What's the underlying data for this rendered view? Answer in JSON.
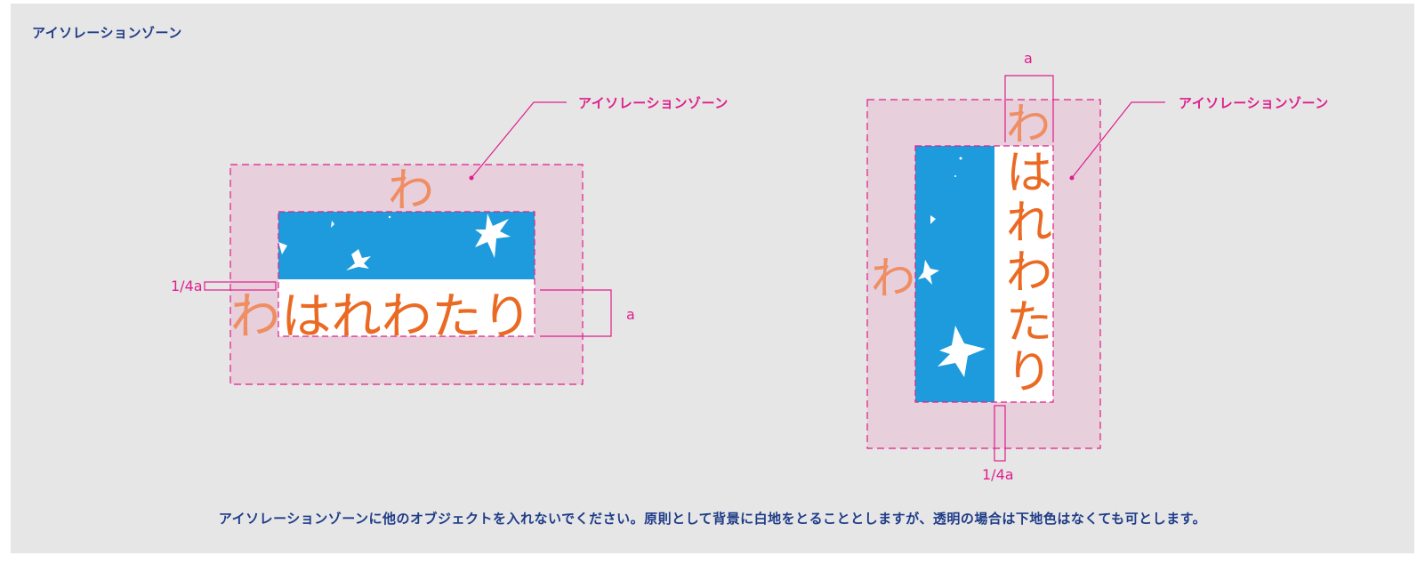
{
  "section_title": "アイソレーションゾーン",
  "callouts": {
    "left": "アイソレーションゾーン",
    "right": "アイソレーションゾーン"
  },
  "logo_text": "はれわたり",
  "unit_char": "わ",
  "dimensions": {
    "left_quarter": "1/4a",
    "left_full": "a",
    "right_full": "a",
    "right_quarter": "1/4a"
  },
  "caption": "アイソレーションゾーンに他のオブジェクトを入れないでください。原則として背景に白地をとることとしますが、透明の場合は下地色はなくても可とします。",
  "colors": {
    "panel_bg": "#e6e6e6",
    "zone_fill": "#e7cfdb",
    "zone_stroke": "#e01f8c",
    "sky_blue": "#1e9bdc",
    "logo_orange": "#ea6a24",
    "ghost_orange": "#ef8d63",
    "title_blue": "#1f3c88"
  }
}
